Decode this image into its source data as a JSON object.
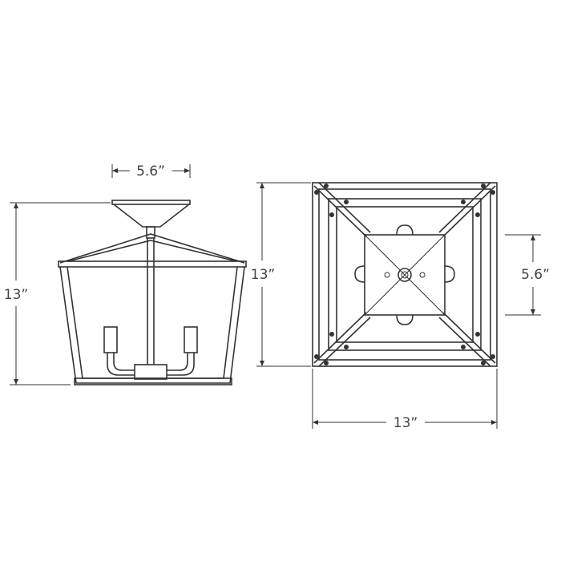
{
  "side_view": {
    "top_width_label": "5.6”",
    "height_label": "13”"
  },
  "top_view": {
    "height_label": "13”",
    "canopy_label": "5.6”",
    "width_label": "13”"
  },
  "colors": {
    "line": "#333333",
    "background": "#ffffff"
  }
}
